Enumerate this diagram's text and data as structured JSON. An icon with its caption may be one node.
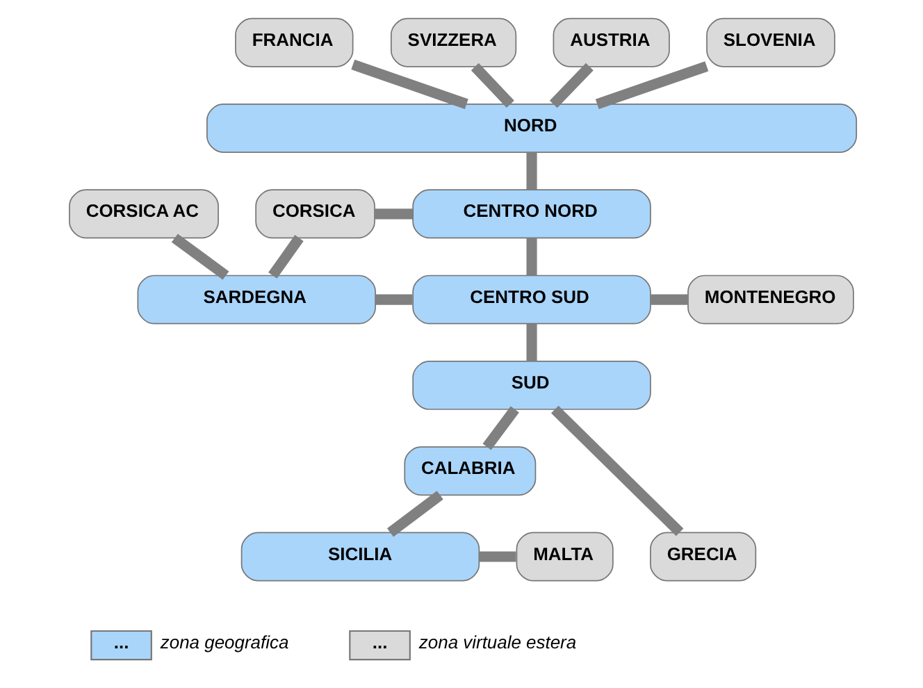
{
  "diagram": {
    "nodes": [
      {
        "text": [
          "FRANCIA"
        ]
      },
      {
        "text": [
          "SVIZZERA"
        ]
      },
      {
        "text": [
          "AUSTRIA"
        ]
      },
      {
        "text": [
          "SLOVENIA"
        ]
      },
      {
        "text": [
          "NORD"
        ]
      },
      {
        "text": [
          "CORSICA AC"
        ]
      },
      {
        "text": [
          "CORSICA"
        ]
      },
      {
        "text": [
          "CENTRO NORD"
        ]
      },
      {
        "text": [
          "SARDEGNA"
        ]
      },
      {
        "text": [
          "CENTRO SUD"
        ]
      },
      {
        "text": [
          "MONTENEGRO"
        ]
      },
      {
        "text": [
          "SUD"
        ]
      },
      {
        "text": [
          "CALABRIA"
        ]
      },
      {
        "text": [
          "SICILIA"
        ]
      },
      {
        "text": [
          "MALTA"
        ]
      },
      {
        "text": [
          "GRECIA"
        ]
      }
    ],
    "edges": [
      {
        "from": 0,
        "to": 4,
        "arrow": "none"
      },
      {
        "from": 1,
        "to": 4,
        "arrow": "none"
      },
      {
        "from": 2,
        "to": 4,
        "arrow": "none"
      },
      {
        "from": 3,
        "to": 4,
        "arrow": "none"
      },
      {
        "from": 4,
        "to": 7,
        "arrow": "none"
      },
      {
        "from": 6,
        "to": 7,
        "arrow": "none"
      },
      {
        "from": 5,
        "to": 8,
        "arrow": "none"
      },
      {
        "from": 6,
        "to": 8,
        "arrow": "none"
      },
      {
        "from": 7,
        "to": 9,
        "arrow": "none"
      },
      {
        "from": 8,
        "to": 9,
        "arrow": "none"
      },
      {
        "from": 9,
        "to": 10,
        "arrow": "none"
      },
      {
        "from": 9,
        "to": 11,
        "arrow": "none"
      },
      {
        "from": 11,
        "to": 12,
        "arrow": "none"
      },
      {
        "from": 11,
        "to": 15,
        "arrow": "none"
      },
      {
        "from": 12,
        "to": 13,
        "arrow": "none"
      },
      {
        "from": 13,
        "to": 14,
        "arrow": "none"
      }
    ],
    "labels": [
      "...",
      "..."
    ],
    "legend": [
      {
        "text": "zona geografica",
        "color": "#a9d5fb"
      },
      {
        "text": "zona virtuale estera",
        "color": "#dadada"
      }
    ]
  }
}
